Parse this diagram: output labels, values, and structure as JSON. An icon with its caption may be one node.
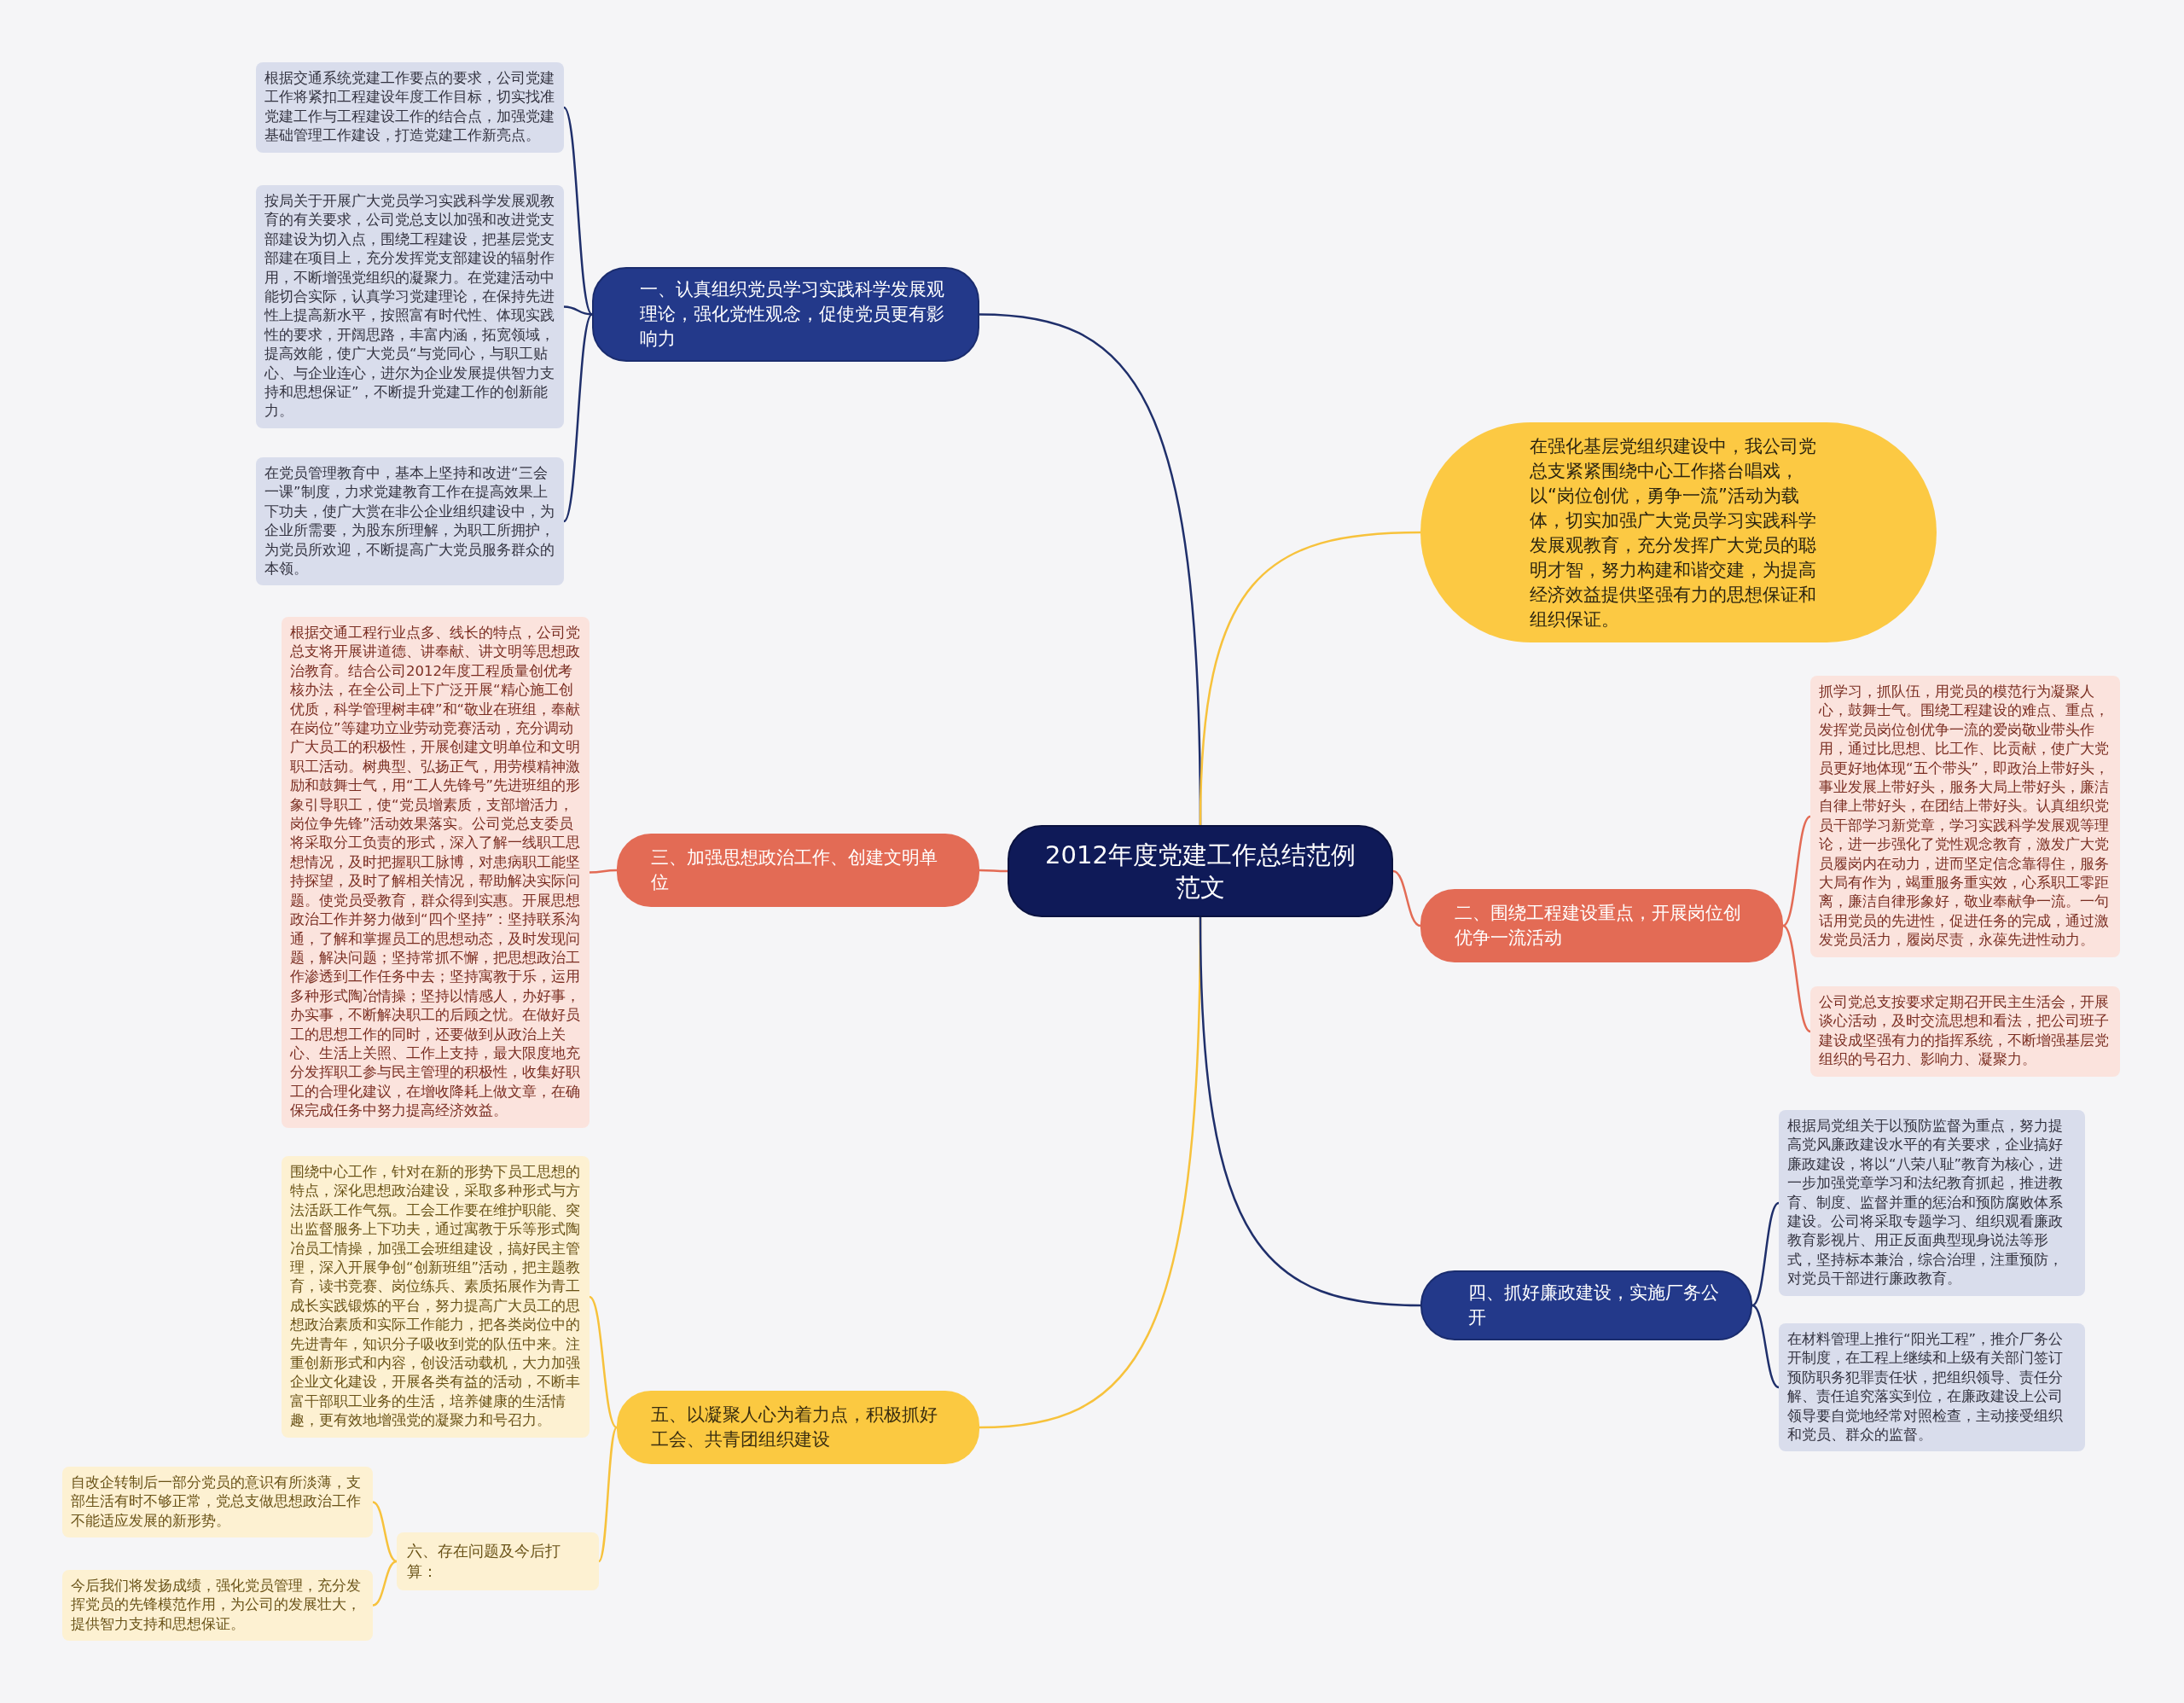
{
  "diagram": {
    "nodes": [
      {
        "text": [
          "2012年度党建工作总结范例范文"
        ]
      },
      {
        "text": [
          "一、认真组织党员学习实践科学发展观理论，强化党性观念，促使党员更有影响力"
        ]
      },
      {
        "text": [
          "根据交通系统党建工作要点的要求，公司党建工作将紧扣工程建设年度工作目标，切实找准党建工作与工程建设工作的结合点，加强党建基础管理工作建设，打造党建工作新亮点。"
        ]
      },
      {
        "text": [
          "按局关于开展广大党员学习实践科学发展观教育的有关要求，公司党总支以加强和改进党支部建设为切入点，围绕工程建设，把基层党支部建在项目上，充分发挥党支部建设的辐射作用，不断增强党组织的凝聚力。在党建活动中能切合实际，认真学习党建理论，在保持先进性上提高新水平，按照富有时代性、体现实践性的要求，开阔思路，丰富内涵，拓宽领域，提高效能，使广大党员“与党同心，与职工贴心、与企业连心，进尔为企业发展提供智力支持和思想保证”，不断提升党建工作的创新能力。"
        ]
      },
      {
        "text": [
          "在党员管理教育中，基本上坚持和改进“三会一课”制度，力求党建教育工作在提高效果上下功夫，使广大赏在非公企业组织建设中，为企业所需要，为股东所理解，为职工所拥护，为党员所欢迎，不断提高广大党员服务群众的本领。"
        ]
      },
      {
        "text": [
          "三、加强思想政治工作、创建文明单位"
        ]
      },
      {
        "text": [
          "根据交通工程行业点多、线长的特点，公司党总支将开展讲道德、讲奉献、讲文明等思想政治教育。结合公司2012年度工程质量创优考核办法，在全公司上下广泛开展“精心施工创优质，科学管理树丰碑”和“敬业在班组，奉献在岗位”等建功立业劳动竞赛活动，充分调动广大员工的积极性，开展创建文明单位和文明职工活动。树典型、弘扬正气，用劳模精神激励和鼓舞士气，用“工人先锋号”先进班组的形象引导职工，使“党员增素质，支部增活力，岗位争先锋”活动效果落实。公司党总支委员将采取分工负责的形式，深入了解一线职工思想情况，及时把握职工脉博，对患病职工能坚持探望，及时了解相关情况，帮助解决实际问题。使党员受教育，群众得到实惠。开展思想政治工作并努力做到“四个坚持”：坚持联系沟通，了解和掌握员工的思想动态，及时发现问题，解决问题；坚持常抓不懈，把思想政治工作渗透到工作任务中去；坚持寓教于乐，运用多种形式陶冶情操；坚持以情感人，办好事，办实事，不断解决职工的后顾之忧。在做好员工的思想工作的同时，还要做到从政治上关心、生活上关照、工作上支持，最大限度地充分发挥职工参与民主管理的积极性，收集好职工的合理化建议，在增收降耗上做文章，在确保完成任务中努力提高经济效益。"
        ]
      },
      {
        "text": [
          "五、以凝聚人心为着力点，积极抓好工会、共青团组织建设"
        ]
      },
      {
        "text": [
          "围绕中心工作，针对在新的形势下员工思想的特点，深化思想政治建设，采取多种形式与方法活跃工作气氛。工会工作要在维护职能、突出监督服务上下功夫，通过寓教于乐等形式陶冶员工情操，加强工会班组建设，搞好民主管理，深入开展争创“创新班组”活动，把主题教育，读书竞赛、岗位练兵、素质拓展作为青工成长实践锻炼的平台，努力提高广大员工的思想政治素质和实际工作能力，把各类岗位中的先进青年，知识分子吸收到党的队伍中来。注重创新形式和内容，创设活动载机，大力加强企业文化建设，开展各类有益的活动，不断丰富干部职工业务的生活，培养健康的生活情趣，更有效地增强党的凝聚力和号召力。"
        ]
      },
      {
        "text": [
          "六、存在问题及今后打算："
        ]
      },
      {
        "text": [
          "自改企转制后一部分党员的意识有所淡薄，支部生活有时不够正常，党总支做思想政治工作不能适应发展的新形势。"
        ]
      },
      {
        "text": [
          "今后我们将发扬成绩，强化党员管理，充分发挥党员的先锋模范作用，为公司的发展壮大，提供智力支持和思想保证。"
        ]
      },
      {
        "text": [
          "在强化基层党组织建设中，我公司党总支紧紧围绕中心工作搭台唱戏，以“岗位创优，勇争一流”活动为载体，切实加强广大党员学习实践科学发展观教育，充分发挥广大党员的聪明才智，努力构建和谐交建，为提高经济效益提供坚强有力的思想保证和组织保证。"
        ]
      },
      {
        "text": [
          "二、围绕工程建设重点，开展岗位创优争一流活动"
        ]
      },
      {
        "text": [
          "抓学习，抓队伍，用党员的模范行为凝聚人心，鼓舞士气。围绕工程建设的难点、重点，发挥党员岗位创优争一流的爱岗敬业带头作用，通过比思想、比工作、比贡献，使广大党员更好地体现“五个带头”，即政治上带好头，事业发展上带好头，服务大局上带好头，廉洁自律上带好头，在团结上带好头。认真组织党员干部学习新党章，学习实践科学发展观等理论，进一步强化了党性观念教育，激发广大党员履岗内在动力，进而坚定信念靠得住，服务大局有作为，竭重服务重实效，心系职工零距离，廉洁自律形象好，敬业奉献争一流。一句话用党员的先进性，促进任务的完成，通过激发党员活力，履岗尽责，永葆先进性动力。"
        ]
      },
      {
        "text": [
          "公司党总支按要求定期召开民主生活会，开展谈心活动，及时交流思想和看法，把公司班子建设成坚强有力的指挥系统，不断增强基层党组织的号召力、影响力、凝聚力。"
        ]
      },
      {
        "text": [
          "四、抓好廉政建设，实施厂务公开"
        ]
      },
      {
        "text": [
          "根据局党组关于以预防监督为重点，努力提高党风廉政建设水平的有关要求，企业搞好廉政建设，将以“八荣八耻”教育为核心，进一步加强党章学习和法纪教育抓起，推进教育、制度、监督并重的惩治和预防腐败体系建设。公司将采取专题学习、组织观看廉政教育影视片、用正反面典型现身说法等形式，坚持标本兼治，综合治理，注重预防，对党员干部进行廉政教育。"
        ]
      },
      {
        "text": [
          "在材料管理上推行“阳光工程”，推介厂务公开制度，在工程上继续和上级有关部门签订预防职务犯罪责任状，把组织领导、责任分解、责任追究落实到位，在廉政建设上公司领导要自觉地经常对照检查，主动接受组织和党员、群众的监督。"
        ]
      }
    ],
    "edges": [
      {
        "from": 0,
        "to": 1,
        "arrow": "none"
      },
      {
        "from": 1,
        "to": 2,
        "arrow": "none"
      },
      {
        "from": 1,
        "to": 3,
        "arrow": "none"
      },
      {
        "from": 1,
        "to": 4,
        "arrow": "none"
      },
      {
        "from": 0,
        "to": 5,
        "arrow": "none",
        "color": "#e36b55"
      },
      {
        "from": 5,
        "to": 6,
        "arrow": "none",
        "color": "#e36b55"
      },
      {
        "from": 0,
        "to": 7,
        "arrow": "none",
        "color": "#f7c23c"
      },
      {
        "from": 7,
        "to": 8,
        "arrow": "none",
        "color": "#f7c23c"
      },
      {
        "from": 7,
        "to": 9,
        "arrow": "none",
        "color": "#f7c23c"
      },
      {
        "from": 9,
        "to": 10,
        "arrow": "none",
        "color": "#f7c23c"
      },
      {
        "from": 9,
        "to": 11,
        "arrow": "none",
        "color": "#f7c23c"
      },
      {
        "from": 0,
        "to": 12,
        "arrow": "none",
        "color": "#f7c23c"
      },
      {
        "from": 0,
        "to": 13,
        "arrow": "none",
        "color": "#e36b55"
      },
      {
        "from": 13,
        "to": 14,
        "arrow": "none",
        "color": "#e36b55"
      },
      {
        "from": 13,
        "to": 15,
        "arrow": "none",
        "color": "#e36b55"
      },
      {
        "from": 0,
        "to": 16,
        "arrow": "none"
      },
      {
        "from": 16,
        "to": 17,
        "arrow": "none"
      },
      {
        "from": 16,
        "to": 18,
        "arrow": "none"
      }
    ]
  }
}
